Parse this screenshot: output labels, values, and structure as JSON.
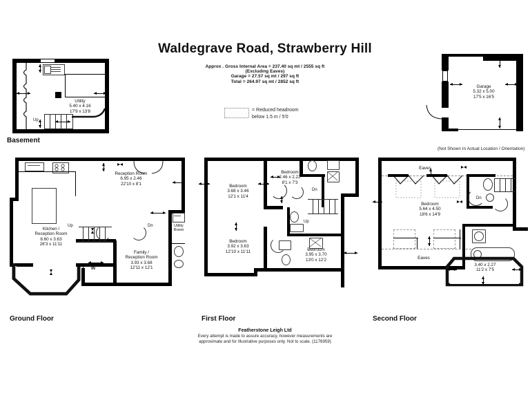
{
  "document": {
    "title": "Waldegrave Road, Strawberry Hill",
    "area_lines": [
      "Approx . Gross Internal Area = 237.40 sq mt / 2555 sq ft",
      "(Excluding Eaves)",
      "Garage = 27.57 sq mt / 297 sq ft",
      "Total = 264.97 sq mt / 2852 sq ft"
    ],
    "legend": {
      "line1": "= Reduced headroom",
      "line2": "below 1.5 m / 5'0"
    },
    "footer": {
      "company": "Featherstone Leigh Ltd",
      "disclaimer_line1": "Every attempt is made to assure accuracy, however measurements are",
      "disclaimer_line2": "approximate and for Illustrative purposes only. Not to scale. (1176959)"
    }
  },
  "floors": {
    "basement": {
      "label": "Basement",
      "rooms": [
        {
          "name": "Utility",
          "metric": "5.40 x 4.16",
          "imperial": "17'9 x 13'8"
        }
      ],
      "markers": [
        {
          "text": "Up"
        }
      ]
    },
    "garage": {
      "label": "Garage",
      "rooms": [
        {
          "name": "Garage",
          "metric": "5.32 x 5.00",
          "imperial": "17'5 x 16'5"
        }
      ],
      "note": "(Not Shown In Actual Location / Orientation)"
    },
    "ground": {
      "label": "Ground Floor",
      "rooms": [
        {
          "name": "Kitchen /\nReception Room",
          "name_l1": "Kitchen /",
          "name_l2": "Reception Room",
          "metric": "8.60 x 3.63",
          "imperial": "28'3 x 11'11"
        },
        {
          "name": "Reception Room",
          "name_l1": "Reception Room",
          "name_l2": "",
          "metric": "6.95 x 2.46",
          "imperial": "22'10 x 8'1"
        },
        {
          "name": "Family /\nReception Room",
          "name_l1": "Family /",
          "name_l2": "Reception Room",
          "metric": "3.93 x 3.68",
          "imperial": "12'11 x 12'1"
        },
        {
          "name": "Utility\nRoom",
          "name_l1": "Utility",
          "name_l2": "Room",
          "metric": "",
          "imperial": ""
        }
      ],
      "markers": [
        {
          "text": "Up"
        },
        {
          "text": "Dn"
        },
        {
          "text": "IN"
        }
      ]
    },
    "first": {
      "label": "First Floor",
      "rooms": [
        {
          "name": "Bedroom",
          "metric": "3.68 x 3.46",
          "imperial": "12'1 x 11'4"
        },
        {
          "name": "Bedroom",
          "metric": "2.46 x 2.22",
          "imperial": "8'1 x 7'3"
        },
        {
          "name": "Bedroom",
          "metric": "3.92 x 3.63",
          "imperial": "12'10 x 11'11"
        },
        {
          "name": "Bedroom",
          "metric": "3.95 x 3.70",
          "imperial": "13'0 x 12'2"
        }
      ],
      "markers": [
        {
          "text": "Dn"
        },
        {
          "text": "Up"
        }
      ]
    },
    "second": {
      "label": "Second Floor",
      "rooms": [
        {
          "name": "Bedroom",
          "metric": "5.64 x 4.50",
          "imperial": "18'6 x 14'9"
        },
        {
          "name": "",
          "metric": "3.40 x 2.27",
          "imperial": "11'2 x 7'5"
        }
      ],
      "eaves_top": "Eaves",
      "eaves_bottom": "Eaves",
      "markers": [
        {
          "text": "Dn"
        }
      ]
    }
  }
}
